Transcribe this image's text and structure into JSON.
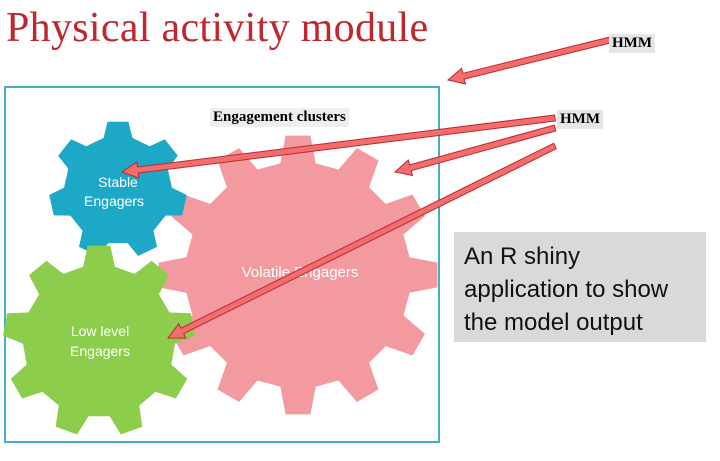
{
  "title": "Physical activity module",
  "frame_label": "Engagement clusters",
  "hmm_labels": [
    "HMM",
    "HMM"
  ],
  "gears": [
    {
      "id": "stable",
      "line1": "Stable",
      "line2": "Engagers",
      "color": "#1ea8c8"
    },
    {
      "id": "volatile",
      "line1": "Volatile Engagers",
      "color": "#f29aa0"
    },
    {
      "id": "low",
      "line1": "Low level",
      "line2": "Engagers",
      "color": "#8dcd4c"
    }
  ],
  "colors": {
    "title": "#c0262d",
    "frame": "#49acc6",
    "arrow_fill": "#f26d6d",
    "arrow_stroke": "#c0262d",
    "note_bg": "#d9d9d9"
  },
  "note": {
    "lines": [
      "An R shiny",
      "application to show",
      "the model output"
    ]
  }
}
